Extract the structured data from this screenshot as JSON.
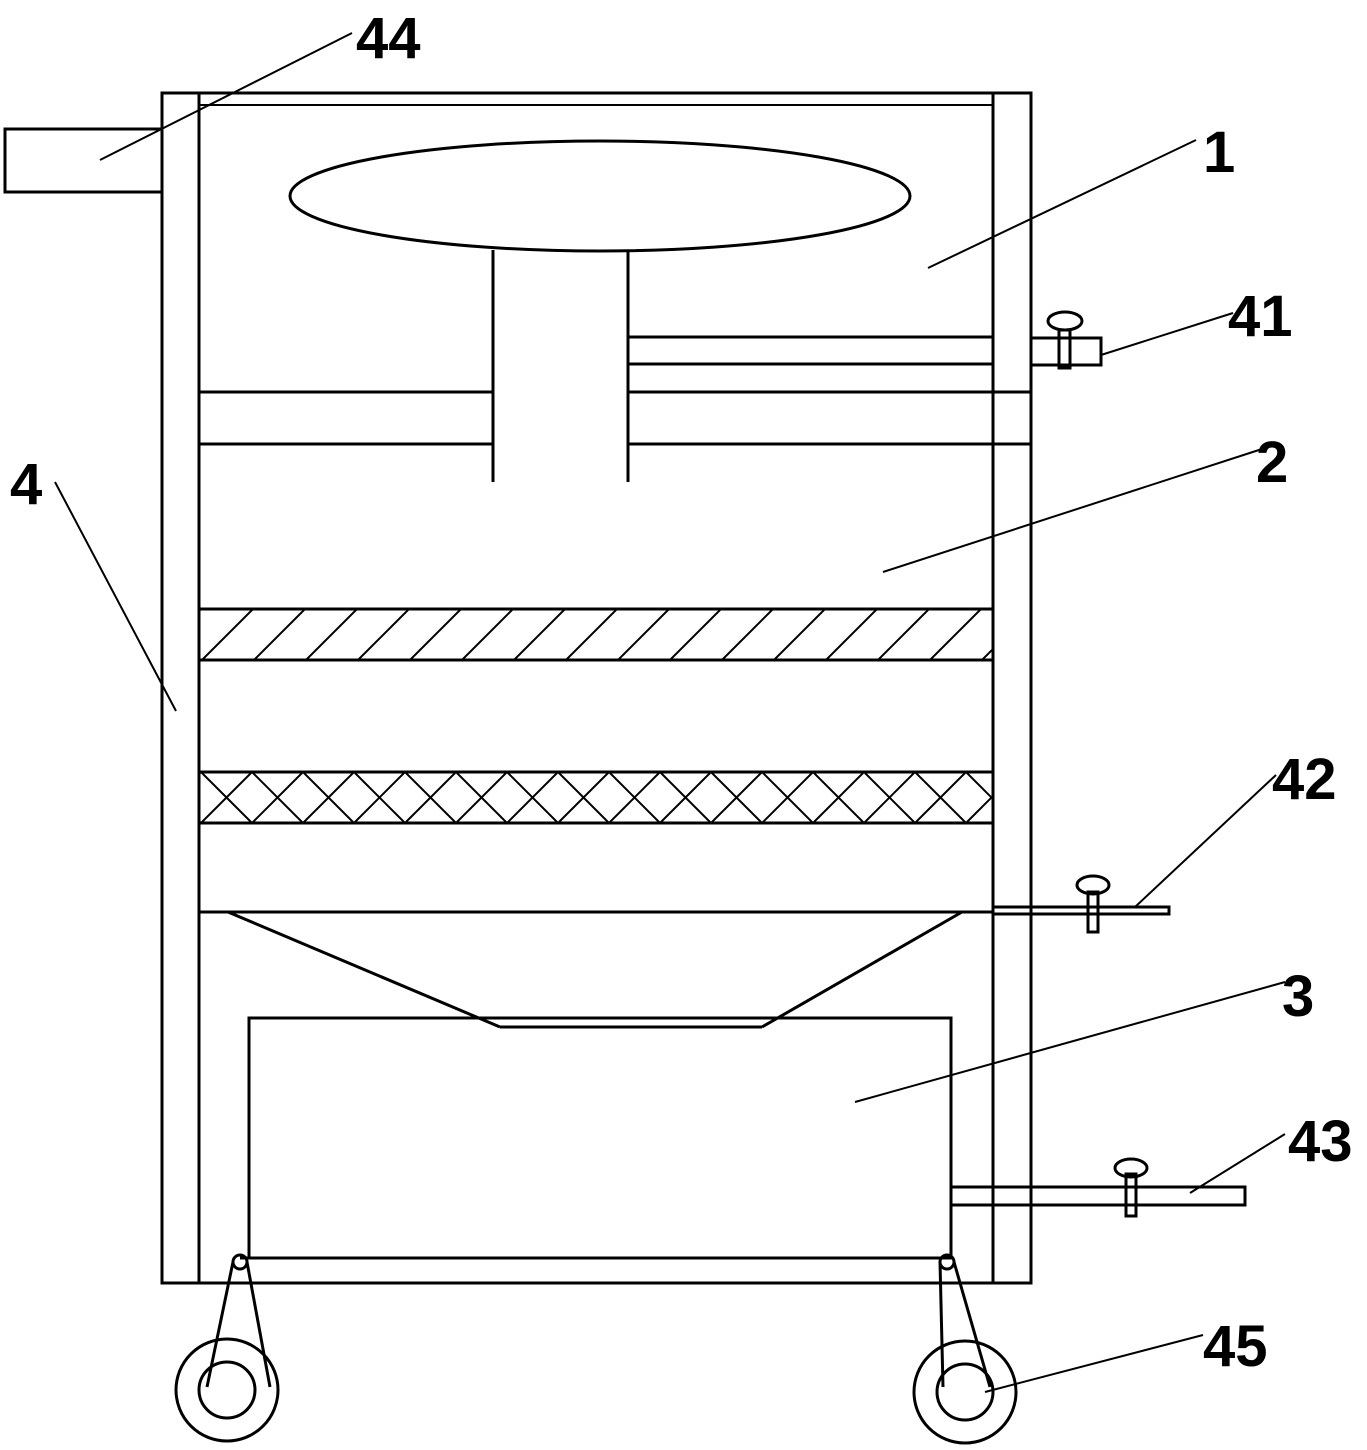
{
  "labels": {
    "l44": "44",
    "l1": "1",
    "l41": "41",
    "l4": "4",
    "l2": "2",
    "l42": "42",
    "l3": "3",
    "l43": "43",
    "l45": "45"
  }
}
